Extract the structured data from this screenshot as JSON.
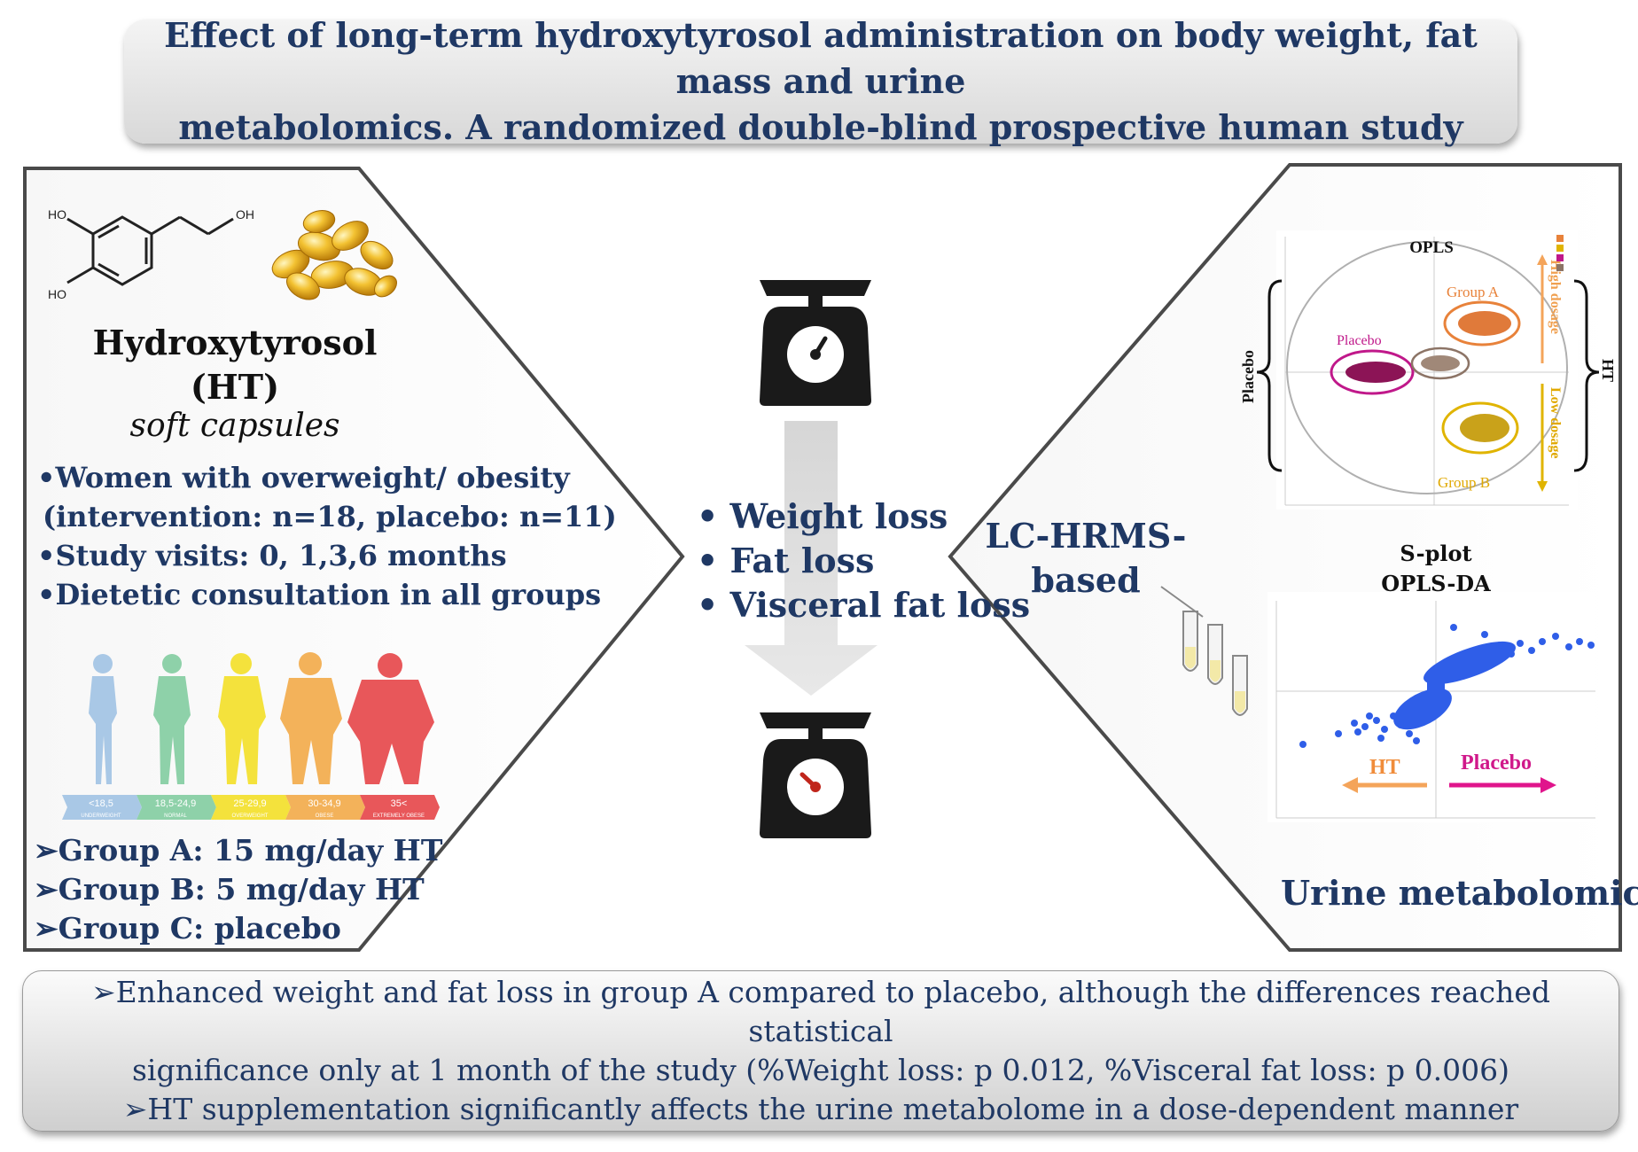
{
  "title": {
    "line1": "Effect of long-term hydroxytyrosol administration on body weight, fat mass and urine",
    "line2": "metabolomics. A randomized double-blind prospective human study"
  },
  "left_panel": {
    "molecule_labels": {
      "ho_top": "HO",
      "oh_right": "OH",
      "ho_bottom": "HO"
    },
    "compound_name": "Hydroxytyrosol",
    "compound_abbr": "(HT)",
    "form": "soft capsules",
    "bullets": [
      "•Women with overweight/ obesity",
      "(intervention: n=18, placebo: n=11)",
      "•Study visits: 0, 1,3,6 months",
      "•Dietetic consultation in all groups"
    ],
    "bmi_categories": [
      {
        "range": "<18,5",
        "label": "UNDERWEIGHT",
        "color": "#a9c8e6"
      },
      {
        "range": "18,5-24,9",
        "label": "NORMAL",
        "color": "#8ed1a9"
      },
      {
        "range": "25-29,9",
        "label": "OVERWEIGHT",
        "color": "#f4e23c"
      },
      {
        "range": "30-34,9",
        "label": "OBESE",
        "color": "#f3b25a"
      },
      {
        "range": "35<",
        "label": "EXTREMELY OBESE",
        "color": "#e8575a"
      }
    ],
    "groups": [
      "➢Group A: 15 mg/day HT",
      "➢Group B:  5 mg/day HT",
      "➢Group C:  placebo"
    ]
  },
  "center": {
    "outcomes": [
      "• Weight loss",
      "• Fat loss",
      "• Visceral fat loss"
    ]
  },
  "right_panel": {
    "method_line1": "LC-HRMS-",
    "method_line2": "based",
    "opls_title": "OPLS",
    "placebo_side": "Placebo",
    "ht_side": "HT",
    "group_a": "Group A",
    "group_b": "Group B",
    "placebo_cluster": "Placebo",
    "high_dosage": "High dosage",
    "low_dosage": "Low dosage",
    "splot_title1": "S-plot",
    "splot_title2": "OPLS-DA",
    "ht_arrow": "HT",
    "placebo_arrow": "Placebo",
    "section_label": "Urine metabolomics"
  },
  "conclusions": [
    "➢Enhanced weight and fat loss in group A compared to placebo, although the differences reached statistical",
    "significance only at 1 month of the study (%Weight loss: p 0.012, %Visceral fat loss: p 0.006)",
    "➢HT supplementation significantly affects the urine metabolome in a dose-dependent manner"
  ],
  "colors": {
    "navy": "#1f3864",
    "group_a": "#e8823a",
    "group_b": "#e0b400",
    "placebo": "#c0188a",
    "ht_arrow": "#f4a45a",
    "placebo_arrow": "#e0158c",
    "splot_points": "#2f5ee8"
  }
}
